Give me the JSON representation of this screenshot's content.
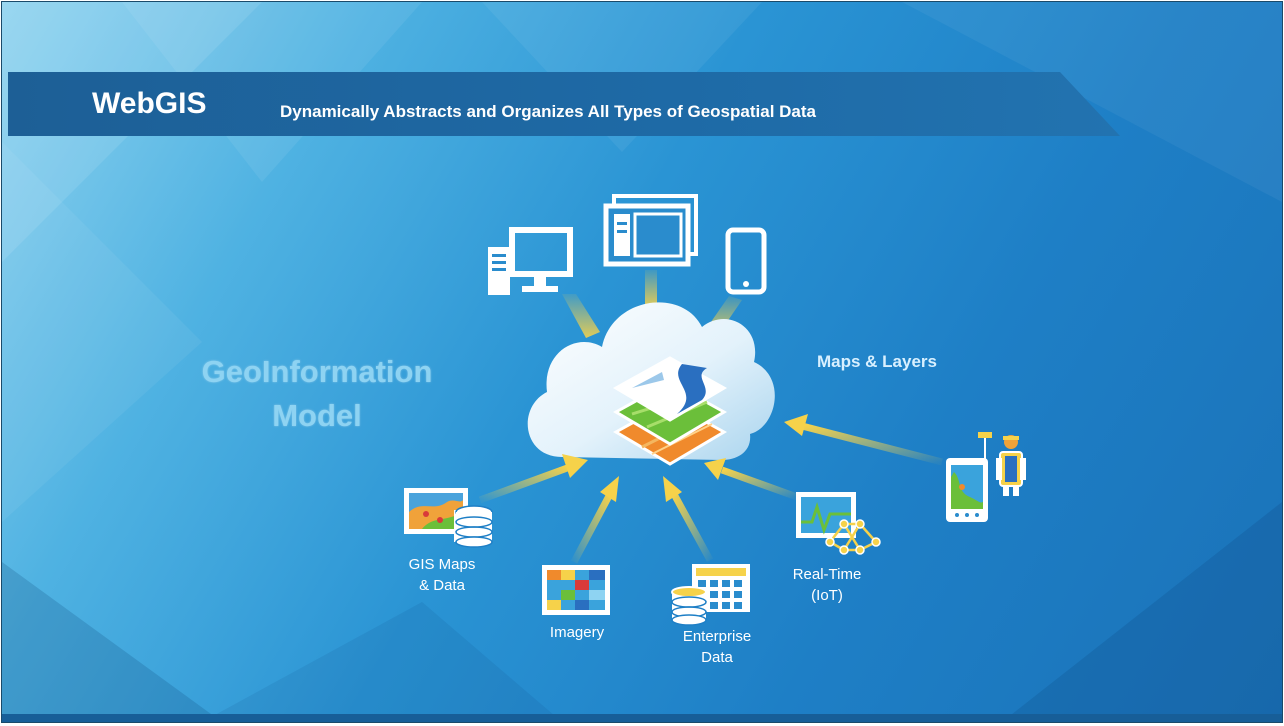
{
  "header": {
    "title": "WebGIS",
    "subtitle": "Dynamically Abstracts and Organizes All Types of Geospatial Data"
  },
  "model_title": [
    "GeoInformation",
    "Model"
  ],
  "center_label": "Maps & Layers",
  "consumers": [
    {
      "icon": "desktop-computer-icon"
    },
    {
      "icon": "tablet-windows-icon"
    },
    {
      "icon": "smartphone-icon"
    }
  ],
  "sources": [
    {
      "icon": "gis-map-database-icon",
      "label": [
        "GIS Maps",
        "& Data"
      ]
    },
    {
      "icon": "imagery-raster-icon",
      "label": [
        "Imagery"
      ]
    },
    {
      "icon": "enterprise-database-icon",
      "label": [
        "Enterprise",
        "Data"
      ]
    },
    {
      "icon": "realtime-iot-icon",
      "label": [
        "Real-Time",
        "(IoT)"
      ]
    },
    {
      "icon": "field-worker-device-icon",
      "label": []
    }
  ],
  "colors": {
    "arrow_yellow": "#f6d24a",
    "banner_blue": "#1d5f96",
    "model_text": "#8ed3f2",
    "layer_orange": "#f08a2c",
    "layer_green": "#6bbf3a",
    "layer_blue": "#2a6fc0"
  }
}
